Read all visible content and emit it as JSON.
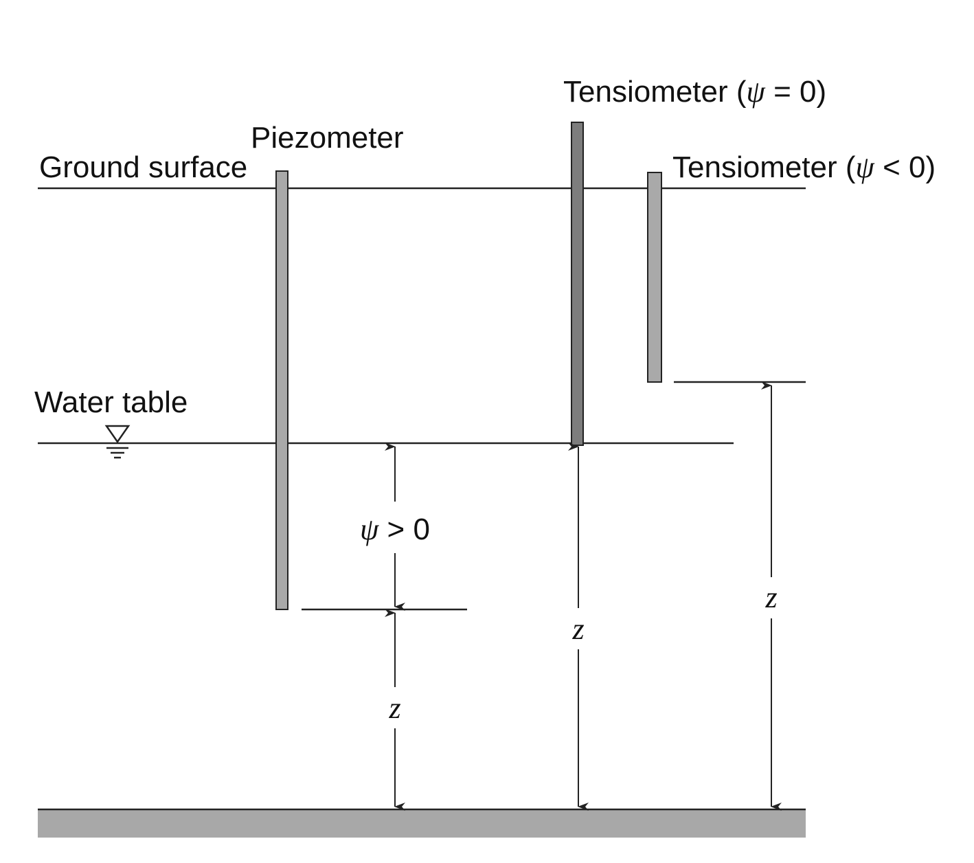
{
  "labels": {
    "ground_surface": "Ground surface",
    "piezometer": "Piezometer",
    "water_table": "Water table",
    "tensiometer_zero_prefix": "Tensiometer (",
    "tensiometer_zero_psi": "ψ",
    "tensiometer_zero_suffix": " = 0)",
    "tensiometer_neg_prefix": "Tensiometer (",
    "tensiometer_neg_psi": "ψ",
    "tensiometer_neg_suffix": " < 0)",
    "psi_pos_psi": "ψ",
    "psi_pos_suffix": " > 0",
    "z_piezometer": "z",
    "z_tensiometer_zero": "z",
    "z_tensiometer_neg": "z"
  },
  "colors": {
    "line": "#222222",
    "tube_light": "#a9a9a9",
    "tube_dark": "#7d7d7d",
    "datum": "#a8a8a8"
  },
  "icons": {
    "water_table_marker": "water-table-triangle-icon"
  }
}
